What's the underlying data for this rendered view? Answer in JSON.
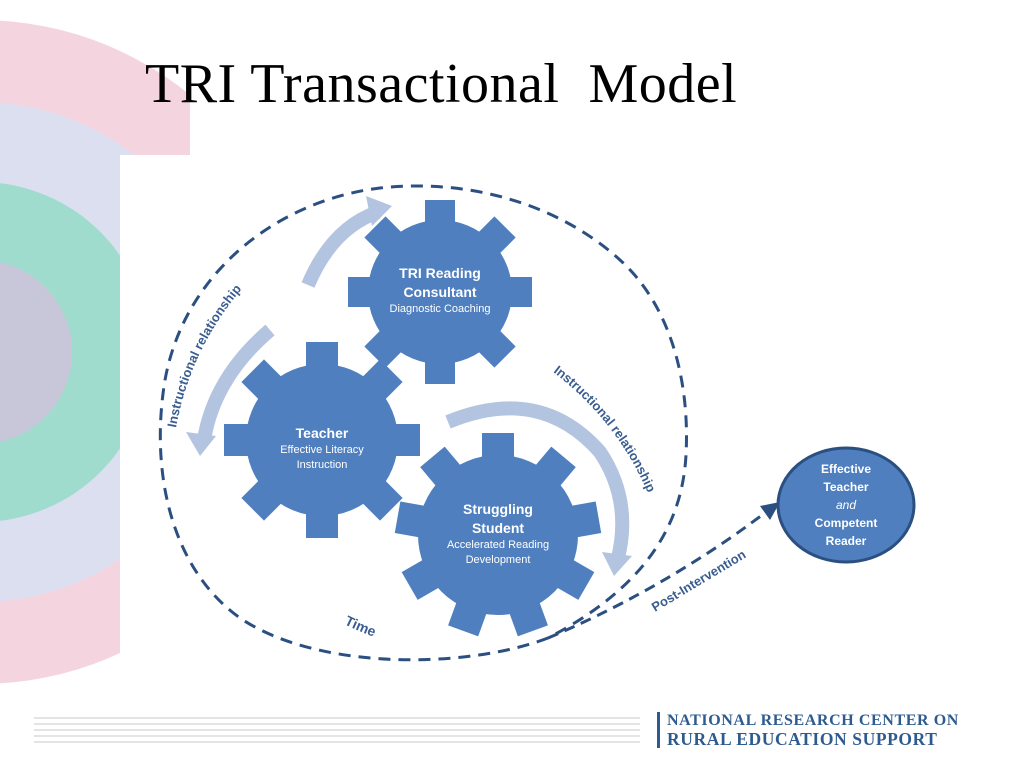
{
  "slide": {
    "title": "TRI Transactional  Model"
  },
  "diagram": {
    "gears": [
      {
        "name": "TRI Reading Consultant",
        "subtitle": "Diagnostic Coaching"
      },
      {
        "name": "Teacher",
        "subtitle": "Effective Literacy Instruction"
      },
      {
        "name": "Struggling Student",
        "subtitle": "Accelerated Reading Development"
      }
    ],
    "labels": {
      "relationship_left": "Instructional relationship",
      "relationship_right": "Instructional relationship",
      "time": "Time",
      "post_intervention": "Post-Intervention"
    },
    "outcome": {
      "line1": "Effective",
      "line2": "Teacher",
      "line3": "and",
      "line4": "Competent",
      "line5": "Reader"
    },
    "colors": {
      "gear": "#4f7fbf",
      "dashed_line": "#2b4f80",
      "arrow": "#b3c4e0",
      "label": "#3a5d90"
    }
  },
  "footer": {
    "org_line1": "NATIONAL RESEARCH CENTER ON",
    "org_line2": "RURAL EDUCATION SUPPORT"
  }
}
